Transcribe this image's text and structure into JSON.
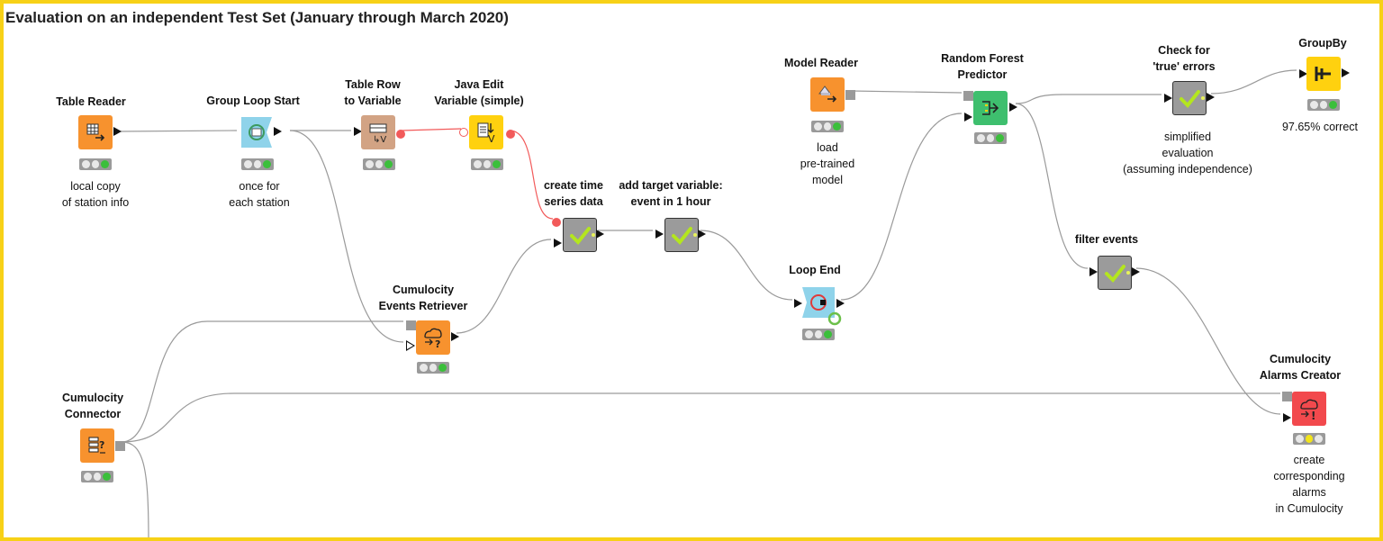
{
  "workflow": {
    "title": "Evaluation on an independent Test Set (January through March 2020)",
    "colors": {
      "frame": "#f7d117",
      "reader": "#f7922e",
      "loop_start": "#8fd3ea",
      "row_to_var": "#d2a384",
      "java_edit": "#ffd10f",
      "metanode": "#9b9b9b",
      "predictor": "#3ebf6e",
      "groupby": "#ffd10f",
      "alarms": "#f2494d",
      "status_green": "#3bbf3b",
      "status_yellow": "#f2e41a",
      "variable_wire": "#f25a5a"
    },
    "nodes": {
      "table_reader": {
        "name": "Table Reader",
        "note": "local copy\nof station info",
        "icon": "table-icon",
        "status": "green"
      },
      "group_loop_start": {
        "name": "Group Loop Start",
        "note": "once for\neach station",
        "icon": "loop-start-icon",
        "status": "green"
      },
      "table_row_to_variable": {
        "name": "Table Row\nto Variable",
        "note": "",
        "icon": "row-to-variable-icon",
        "status": "green"
      },
      "java_edit_variable": {
        "name": "Java Edit\nVariable (simple)",
        "note": "",
        "icon": "java-variable-icon",
        "status": "green"
      },
      "create_time_series": {
        "name": "create time\nseries data",
        "note": "",
        "icon": "check-icon",
        "status": "none"
      },
      "add_target_variable": {
        "name": "add target variable:\nevent in 1 hour",
        "note": "",
        "icon": "check-icon",
        "status": "none"
      },
      "cumulocity_events_retriever": {
        "name": "Cumulocity\nEvents Retriever",
        "note": "",
        "icon": "cloud-events-icon",
        "status": "green"
      },
      "cumulocity_connector": {
        "name": "Cumulocity\nConnector",
        "note": "",
        "icon": "connector-icon",
        "status": "green"
      },
      "model_reader": {
        "name": "Model Reader",
        "note": "load\npre-trained\nmodel",
        "icon": "model-reader-icon",
        "status": "green"
      },
      "loop_end": {
        "name": "Loop End",
        "note": "",
        "icon": "loop-end-icon",
        "status": "green"
      },
      "random_forest_predictor": {
        "name": "Random Forest\nPredictor",
        "note": "",
        "icon": "forest-icon",
        "status": "green"
      },
      "check_true_errors": {
        "name": "Check for\n'true' errors",
        "note": "simplified\nevaluation\n(assuming independence)",
        "icon": "check-icon",
        "status": "none"
      },
      "groupby": {
        "name": "GroupBy",
        "note": "97.65% correct",
        "icon": "groupby-icon",
        "status": "green"
      },
      "filter_events": {
        "name": "filter events",
        "note": "",
        "icon": "check-icon",
        "status": "none"
      },
      "cumulocity_alarms_creator": {
        "name": "Cumulocity\nAlarms Creator",
        "note": "create\ncorresponding\nalarms\nin Cumulocity",
        "icon": "alarm-icon",
        "status": "yellow"
      }
    }
  }
}
